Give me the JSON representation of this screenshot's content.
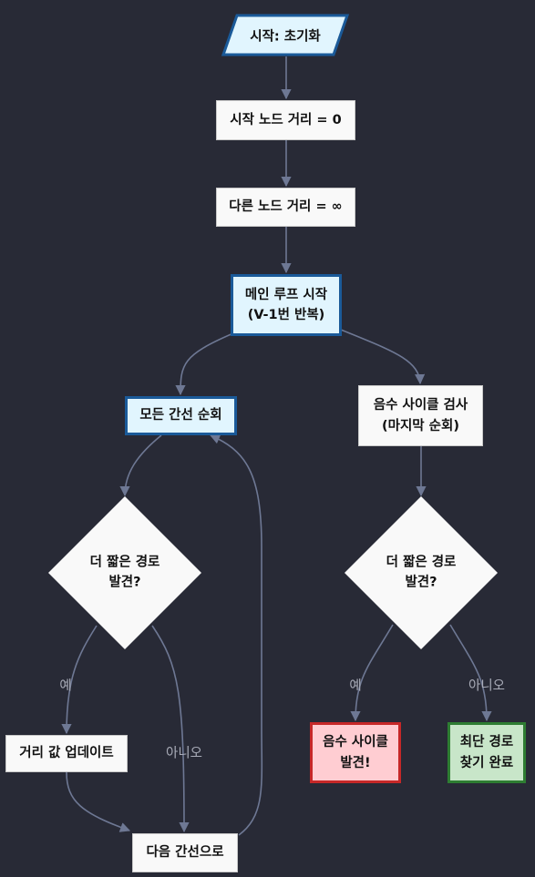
{
  "nodes": {
    "start": "시작: 초기화",
    "init_start": "시작 노드 거리 = 0",
    "init_others": "다른 노드 거리 = ∞",
    "main_loop": "메인 루프 시작\n(V-1번 반복)",
    "iterate_edges": "모든 간선 순회",
    "check_negative": "음수 사이클 검사\n(마지막 순회)",
    "shorter_q1": "더 짧은 경로\n발견?",
    "shorter_q2": "더 짧은 경로\n발견?",
    "update_distance": "거리 값 업데이트",
    "next_edge": "다음 간선으로",
    "negative_found": "음수 사이클\n발견!",
    "shortest_done": "최단 경로\n찾기 완료"
  },
  "edge_labels": {
    "yes_left": "예",
    "no_left": "아니오",
    "yes_right": "예",
    "no_right": "아니오"
  },
  "colors": {
    "background": "#282a36",
    "edge": "#6e7894",
    "highlight_fill": "#e1f5fe",
    "highlight_border": "#1a5a99",
    "danger_fill": "#ffcdd2",
    "danger_border": "#c62828",
    "success_fill": "#c8e6c9",
    "success_border": "#2e7d32"
  }
}
